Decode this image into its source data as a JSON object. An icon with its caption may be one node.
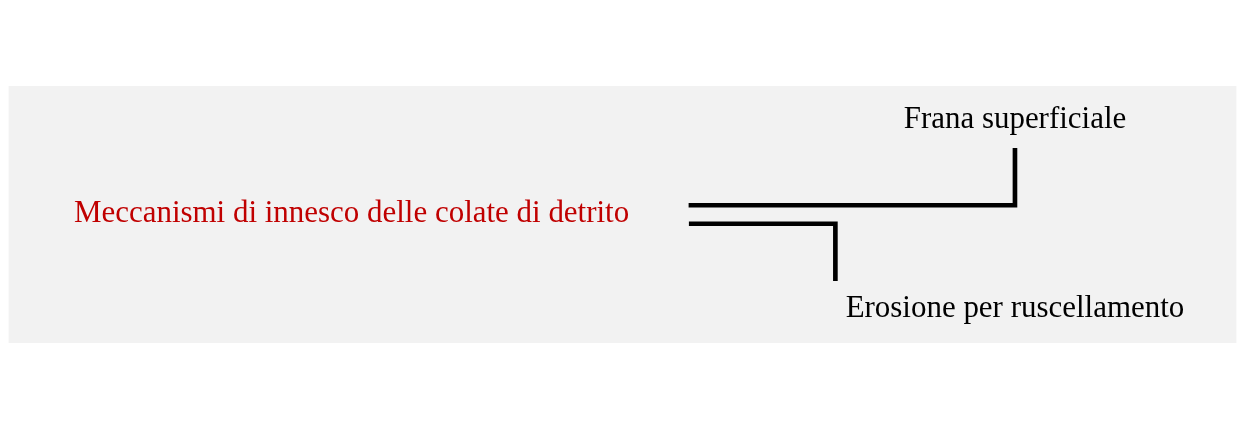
{
  "diagram": {
    "nodes": [
      {
        "text": [
          "Meccanismi di innesco delle colate di detrito"
        ]
      },
      {
        "text": [
          "Frana superficiale"
        ]
      },
      {
        "text": [
          "Erosione per ruscellamento"
        ]
      }
    ],
    "edges": [
      {
        "from": 0,
        "to": 1,
        "arrow": "none"
      },
      {
        "from": 0,
        "to": 2,
        "arrow": "none"
      }
    ]
  }
}
